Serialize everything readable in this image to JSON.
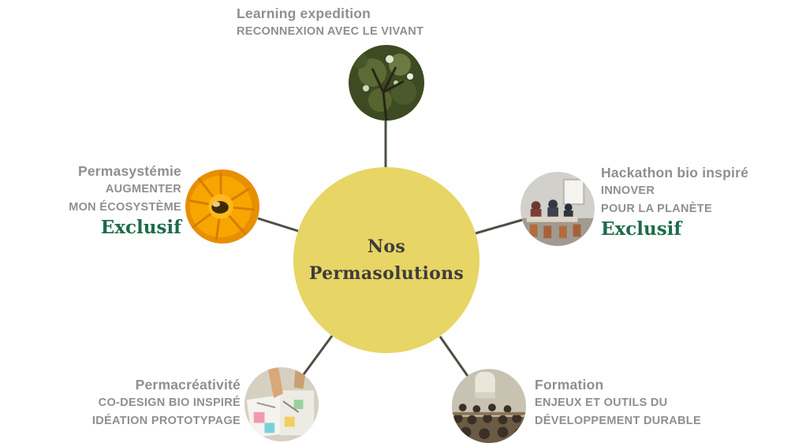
{
  "colors": {
    "center_circle": "#E7D565",
    "heading_gray": "#8F8F8F",
    "exclusive_green": "#1D6B4A",
    "connector_line": "#4E4E46"
  },
  "center": {
    "line1": "Nos",
    "line2": "Permasolutions"
  },
  "nodes": {
    "top": {
      "title": "Learning expedition",
      "subtitle1": "RECONNEXION AVEC LE VIVANT",
      "image": "tree-canopy-photo"
    },
    "left": {
      "title": "Permasystémie",
      "subtitle1": "AUGMENTER",
      "subtitle2": "MON ÉCOSYSTÈME",
      "badge": "Exclusif",
      "image": "bee-on-flower-photo"
    },
    "right": {
      "title": "Hackathon bio inspiré",
      "subtitle1": "INNOVER",
      "subtitle2": "POUR LA PLANÈTE",
      "badge": "Exclusif",
      "image": "workshop-classroom-photo"
    },
    "bottom_left": {
      "title": "Permacréativité",
      "subtitle1": "CO-DESIGN BIO INSPIRÉ",
      "subtitle2": "IDÉATION PROTOTYPAGE",
      "image": "codesign-hands-photo"
    },
    "bottom_right": {
      "title": "Formation",
      "subtitle1": "ENJEUX ET OUTILS DU",
      "subtitle2": "DÉVELOPPEMENT DURABLE",
      "image": "lecture-hall-photo"
    }
  }
}
